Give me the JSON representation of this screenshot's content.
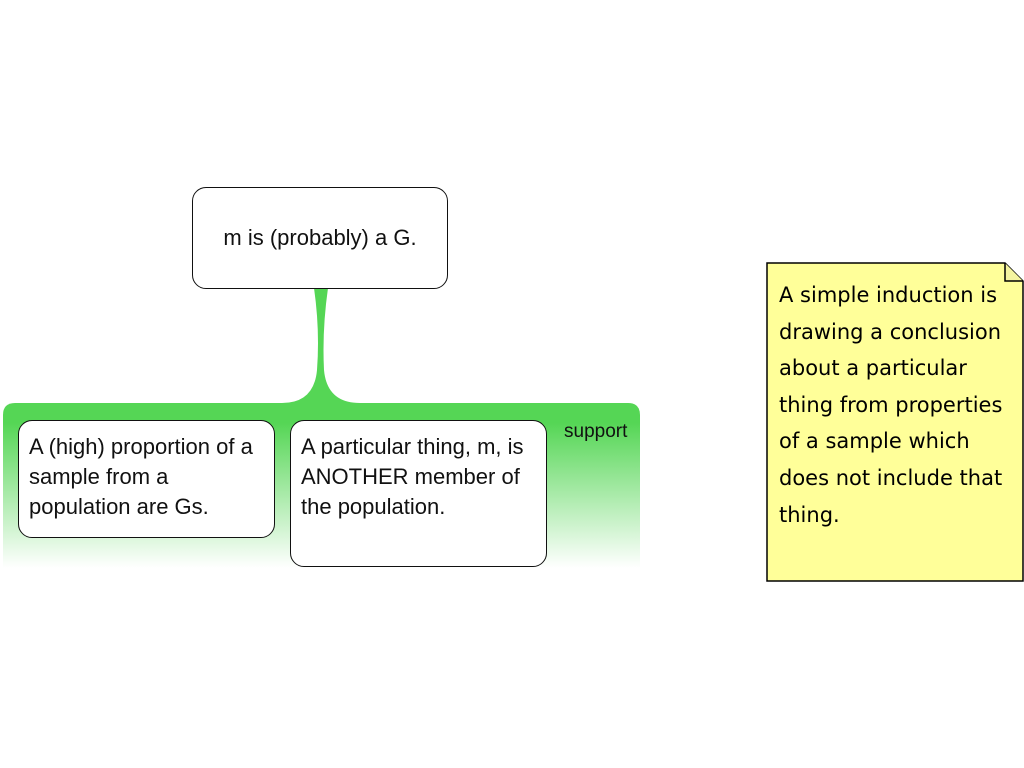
{
  "diagram": {
    "conclusion": {
      "text": "m is (probably) a G."
    },
    "support_group": {
      "label": "support",
      "color": "#55d655",
      "premises": [
        {
          "text": "A (high) proportion of a sample from a population are Gs."
        },
        {
          "text": "A particular thing, m, is ANOTHER member of  the population."
        }
      ]
    },
    "note": {
      "text": "A simple induction is drawing a conclusion about a particular thing from properties of a sample which does not include that thing.",
      "fill": "#ffff99",
      "border": "#000000"
    }
  }
}
